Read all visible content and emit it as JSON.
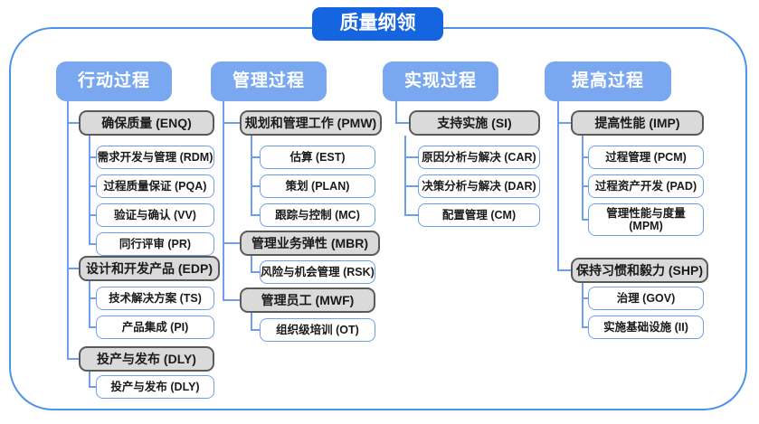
{
  "title": "质量纲领",
  "colors": {
    "title_bg": "#1565E0",
    "header_bg": "#7AA8F0",
    "frame_border": "#4D94E8",
    "gray_fill": "#DADADA",
    "gray_border": "#5A5A5A",
    "leaf_border": "#6D9FEC",
    "connector": "#6D9FEC",
    "text_dark": "#1a1a1a"
  },
  "columns": [
    {
      "header": "行动过程",
      "groups": [
        {
          "label": "确保质量 (ENQ)",
          "children": [
            "需求开发与管理 (RDM)",
            "过程质量保证 (PQA)",
            "验证与确认 (VV)",
            "同行评审 (PR)"
          ]
        },
        {
          "label": "设计和开发产品 (EDP)",
          "children": [
            "技术解决方案 (TS)",
            "产品集成 (PI)"
          ]
        },
        {
          "label": "投产与发布 (DLY)",
          "children": [
            "投产与发布 (DLY)"
          ]
        }
      ]
    },
    {
      "header": "管理过程",
      "groups": [
        {
          "label": "规划和管理工作 (PMW)",
          "children": [
            "估算 (EST)",
            "策划 (PLAN)",
            "跟踪与控制 (MC)"
          ]
        },
        {
          "label": "管理业务弹性 (MBR)",
          "children": [
            "风险与机会管理 (RSK)"
          ]
        },
        {
          "label": "管理员工 (MWF)",
          "children": [
            "组织级培训 (OT)"
          ]
        }
      ]
    },
    {
      "header": "实现过程",
      "groups": [
        {
          "label": "支持实施 (SI)",
          "children": [
            "原因分析与解决 (CAR)",
            "决策分析与解决 (DAR)",
            "配置管理 (CM)"
          ]
        }
      ]
    },
    {
      "header": "提高过程",
      "groups": [
        {
          "label": "提高性能 (IMP)",
          "children": [
            "过程管理 (PCM)",
            "过程资产开发 (PAD)",
            "管理性能与度量 (MPM)"
          ]
        },
        {
          "label": "保持习惯和毅力 (SHP)",
          "children": [
            "治理 (GOV)",
            "实施基础设施 (II)"
          ]
        }
      ]
    }
  ]
}
